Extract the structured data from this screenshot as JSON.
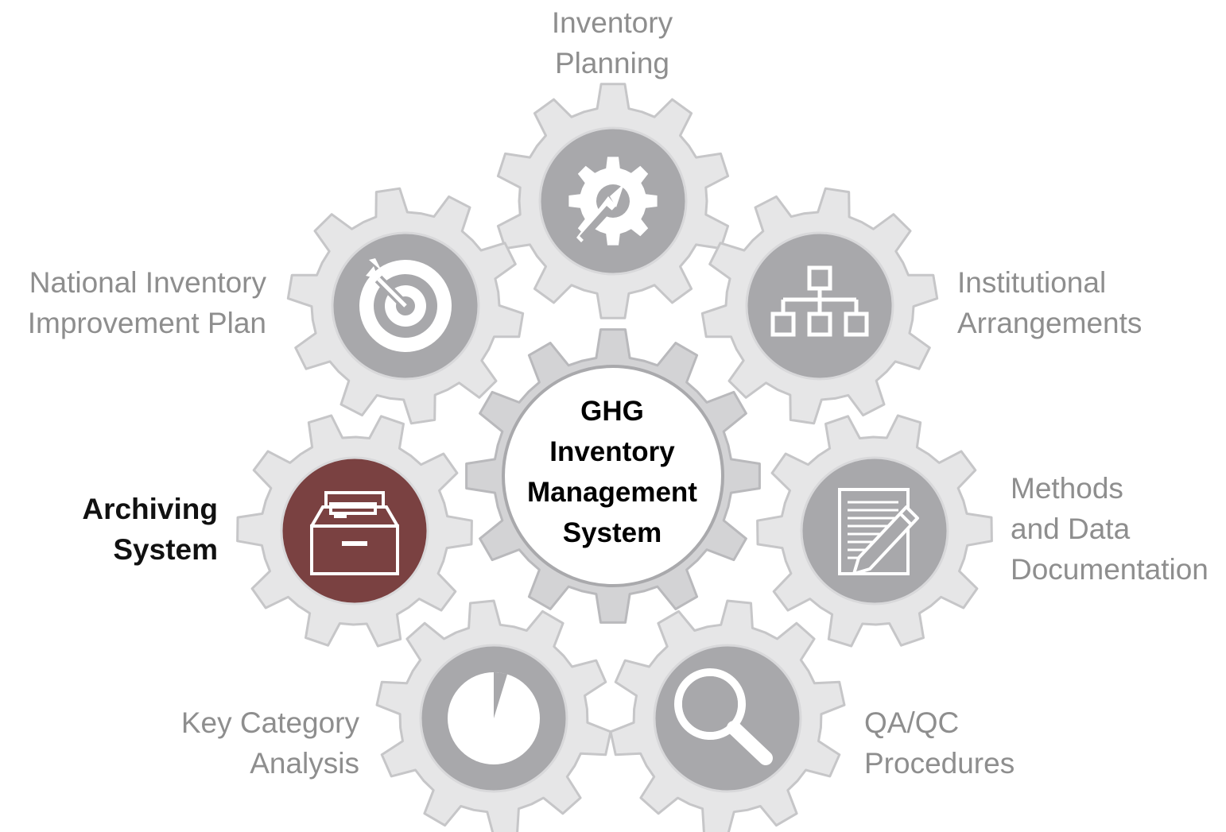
{
  "center": {
    "lines": [
      "GHG",
      "Inventory",
      "Management",
      "System"
    ]
  },
  "items": [
    {
      "id": "inventory-planning",
      "lines": [
        "Inventory",
        "Planning"
      ],
      "icon": "gear-wrench-icon",
      "active": false
    },
    {
      "id": "institutional-arrangements",
      "lines": [
        "Institutional",
        "Arrangements"
      ],
      "icon": "org-chart-icon",
      "active": false
    },
    {
      "id": "methods-data-documentation",
      "lines": [
        "Methods",
        "and Data",
        "Documentation"
      ],
      "icon": "document-pencil-icon",
      "active": false
    },
    {
      "id": "qa-qc-procedures",
      "lines": [
        "QA/QC",
        "Procedures"
      ],
      "icon": "magnifier-icon",
      "active": false
    },
    {
      "id": "key-category-analysis",
      "lines": [
        "Key Category",
        "Analysis"
      ],
      "icon": "pie-chart-icon",
      "active": false
    },
    {
      "id": "archiving-system",
      "lines": [
        "Archiving",
        "System"
      ],
      "icon": "file-box-icon",
      "active": true
    },
    {
      "id": "national-inventory-improvement-plan",
      "lines": [
        "National Inventory",
        "Improvement Plan"
      ],
      "icon": "target-icon",
      "active": false
    }
  ],
  "colors": {
    "gear_light": "#e6e6e7",
    "gear_outline": "#c6c6c8",
    "gear_center": "#d3d3d5",
    "icon_circle": "#a8a8ab",
    "active_circle": "#7a4141",
    "label_gray": "#8e8e8e",
    "label_active": "#111111"
  }
}
